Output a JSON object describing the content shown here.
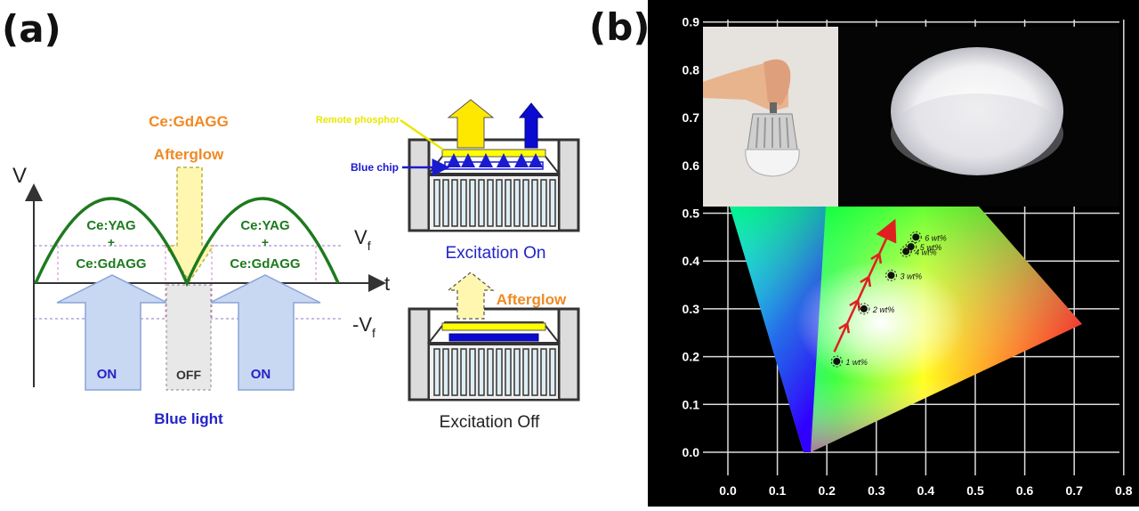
{
  "panel_a": {
    "label": "(a)",
    "axis_v": "V",
    "axis_t": "t",
    "vf": "V",
    "vf_sub": "f",
    "neg_vf": "-V",
    "neg_vf_sub": "f",
    "ce_gdagg_title": "Ce:GdAGG",
    "afterglow_title": "Afterglow",
    "yag_label": "Ce:YAG",
    "plus": "+",
    "gdagg_label": "Ce:GdAGG",
    "on_label": "ON",
    "off_label": "OFF",
    "blue_light": "Blue light",
    "remote_phosphor": "Remote phosphor",
    "blue_chip": "Blue chip",
    "excitation_on": "Excitation On",
    "excitation_off": "Excitation Off",
    "afterglow_off": "Afterglow",
    "colors": {
      "wave": "#1e7a1e",
      "afterglow": "#f08a24",
      "blue_text": "#2323c8",
      "arrow_fill": "#c5d6f2",
      "phosphor": "#ffff00",
      "chip": "#0a0ad0"
    }
  },
  "panel_b": {
    "label": "(b)",
    "y_ticks": [
      "0.9",
      "0.8",
      "0.7",
      "0.6",
      "0.5",
      "0.4",
      "0.3",
      "0.2",
      "0.1",
      "0.0"
    ],
    "x_ticks": [
      "0.0",
      "0.1",
      "0.2",
      "0.3",
      "0.4",
      "0.5",
      "0.6",
      "0.7",
      "0.8"
    ],
    "grid": true,
    "points": [
      {
        "label": "1 wt%",
        "x": 0.22,
        "y": 0.19
      },
      {
        "label": "2 wt%",
        "x": 0.275,
        "y": 0.3
      },
      {
        "label": "3 wt%",
        "x": 0.33,
        "y": 0.37
      },
      {
        "label": "4 wt%",
        "x": 0.36,
        "y": 0.42
      },
      {
        "label": "5 wt%",
        "x": 0.37,
        "y": 0.43
      },
      {
        "label": "6 wt%",
        "x": 0.38,
        "y": 0.45
      }
    ],
    "trend_arrow": {
      "from": [
        0.215,
        0.21
      ],
      "to": [
        0.335,
        0.48
      ],
      "color": "#e02020"
    }
  }
}
